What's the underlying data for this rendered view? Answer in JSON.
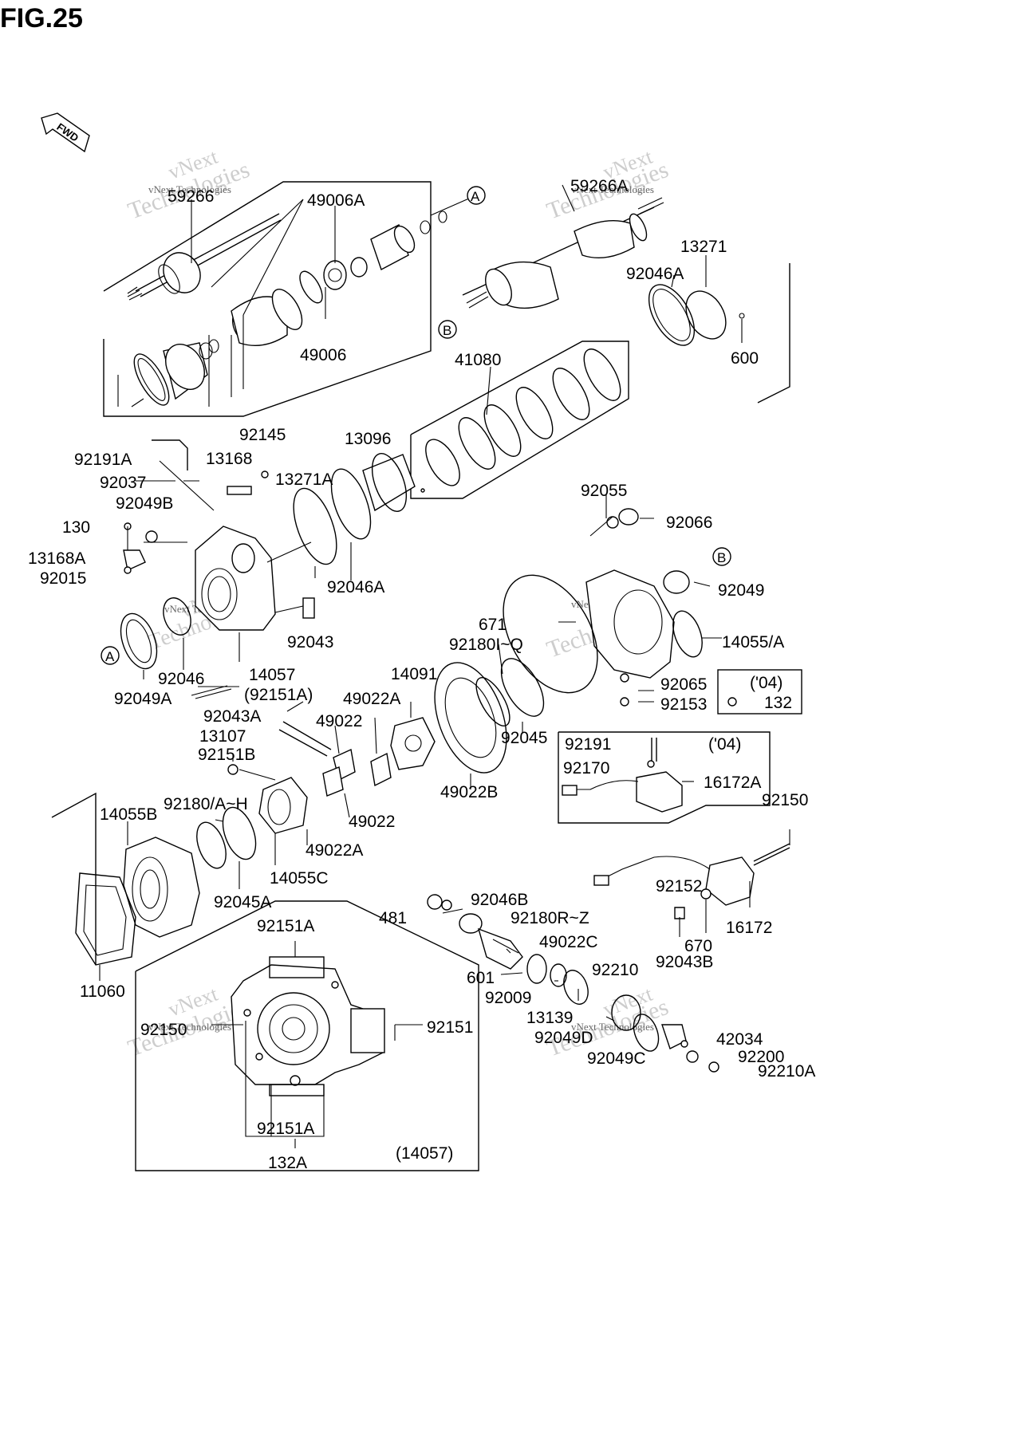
{
  "figure": {
    "title": "FIG.25"
  },
  "fwd_arrow": {
    "label": "FWD"
  },
  "watermark": {
    "line1": "vNext",
    "line2": "Technologies",
    "tag": "vNext Technologies"
  },
  "callouts": {
    "c59266": "59266",
    "c49006A": "49006A",
    "c49006": "49006",
    "refA_top": "A",
    "c59266A": "59266A",
    "refB_top": "B",
    "c13271": "13271",
    "c92046A": "92046A",
    "c600": "600",
    "c41080": "41080",
    "c92145": "92145",
    "c92191A": "92191A",
    "c13168": "13168",
    "c92037": "92037",
    "c13271A": "13271A",
    "c13096": "13096",
    "c92049B": "92049B",
    "c130": "130",
    "c13168A": "13168A",
    "c92015": "92015",
    "c92046A_2": "92046A",
    "c92043": "92043",
    "refA_mid": "A",
    "c92046": "92046",
    "c92049A": "92049A",
    "c14057": "14057",
    "c92151A_p": "(92151A)",
    "c92055": "92055",
    "c92066": "92066",
    "refB_mid": "B",
    "c92049": "92049",
    "c671": "671",
    "c92180IQ": "92180I~Q",
    "c14055A": "14055/A",
    "c14091": "14091",
    "c49022A": "49022A",
    "c92043A": "92043A",
    "c49022_a": "49022",
    "c13107": "13107",
    "c92151B": "92151B",
    "c92045": "92045",
    "c92065": "92065",
    "c92153": "92153",
    "c04_a": "('04)",
    "c132": "132",
    "c92191": "92191",
    "c04_b": "('04)",
    "c92170": "92170",
    "c16172A": "16172A",
    "c49022B": "49022B",
    "c92180AH": "92180/A~H",
    "c14055B": "14055B",
    "c49022_b": "49022",
    "c49022A_2": "49022A",
    "c14055C": "14055C",
    "c92045A": "92045A",
    "c92150": "92150",
    "c92152": "92152",
    "c92046B": "92046B",
    "c481": "481",
    "c92180RZ": "92180R~Z",
    "c16172": "16172",
    "c670": "670",
    "c49022C": "49022C",
    "c92043B": "92043B",
    "c92151A_top": "92151A",
    "c11060": "11060",
    "c601": "601",
    "c92210": "92210",
    "c92009": "92009",
    "c13139": "13139",
    "c92150_box": "92150",
    "c92151": "92151",
    "c92049D": "92049D",
    "c42034": "42034",
    "c92049C": "92049C",
    "c92200": "92200",
    "c92210A": "92210A",
    "c92151A_bot": "92151A",
    "c132A": "132A",
    "c14057_p": "(14057)"
  }
}
